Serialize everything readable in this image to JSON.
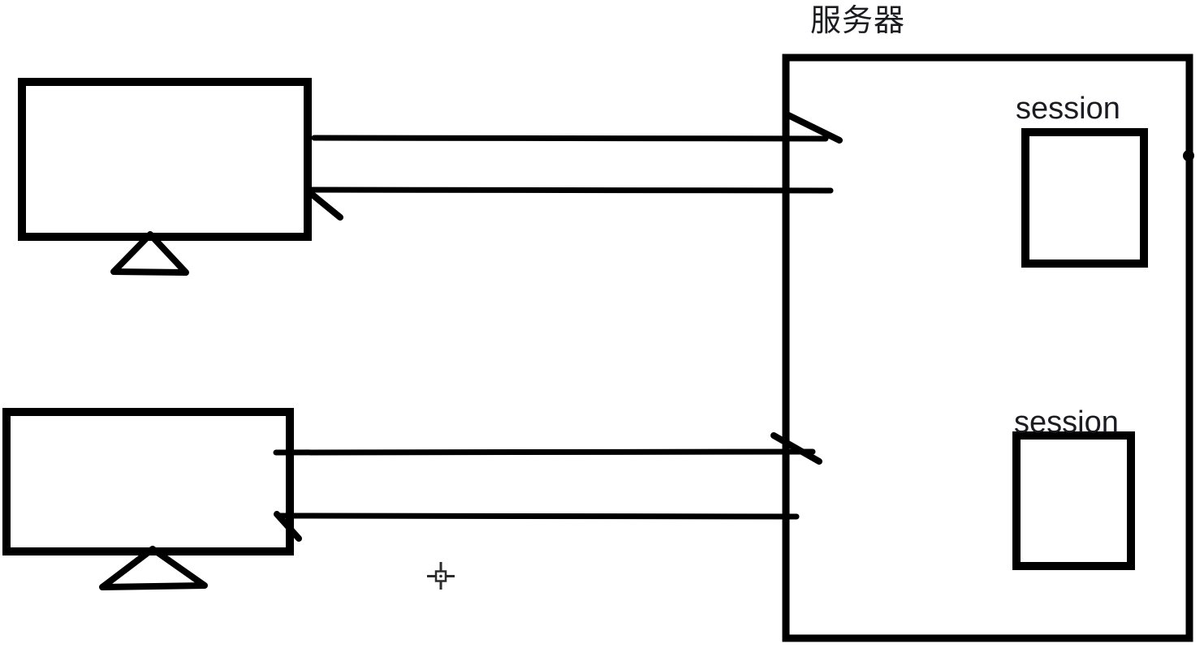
{
  "diagram": {
    "title_note": "client-server session diagram, hand-drawn",
    "server": {
      "label": "服务器"
    },
    "sessions": [
      {
        "label": "session"
      },
      {
        "label": "session"
      }
    ],
    "clients": [
      {
        "shape": "monitor-with-stand"
      },
      {
        "shape": "monitor-with-stand"
      }
    ],
    "cursor": {
      "glyph": "crosshair"
    },
    "colors": {
      "ink": "#000000",
      "label_text": "#1b1b22",
      "cursor": "#2b2b2b",
      "background": "#ffffff"
    }
  }
}
